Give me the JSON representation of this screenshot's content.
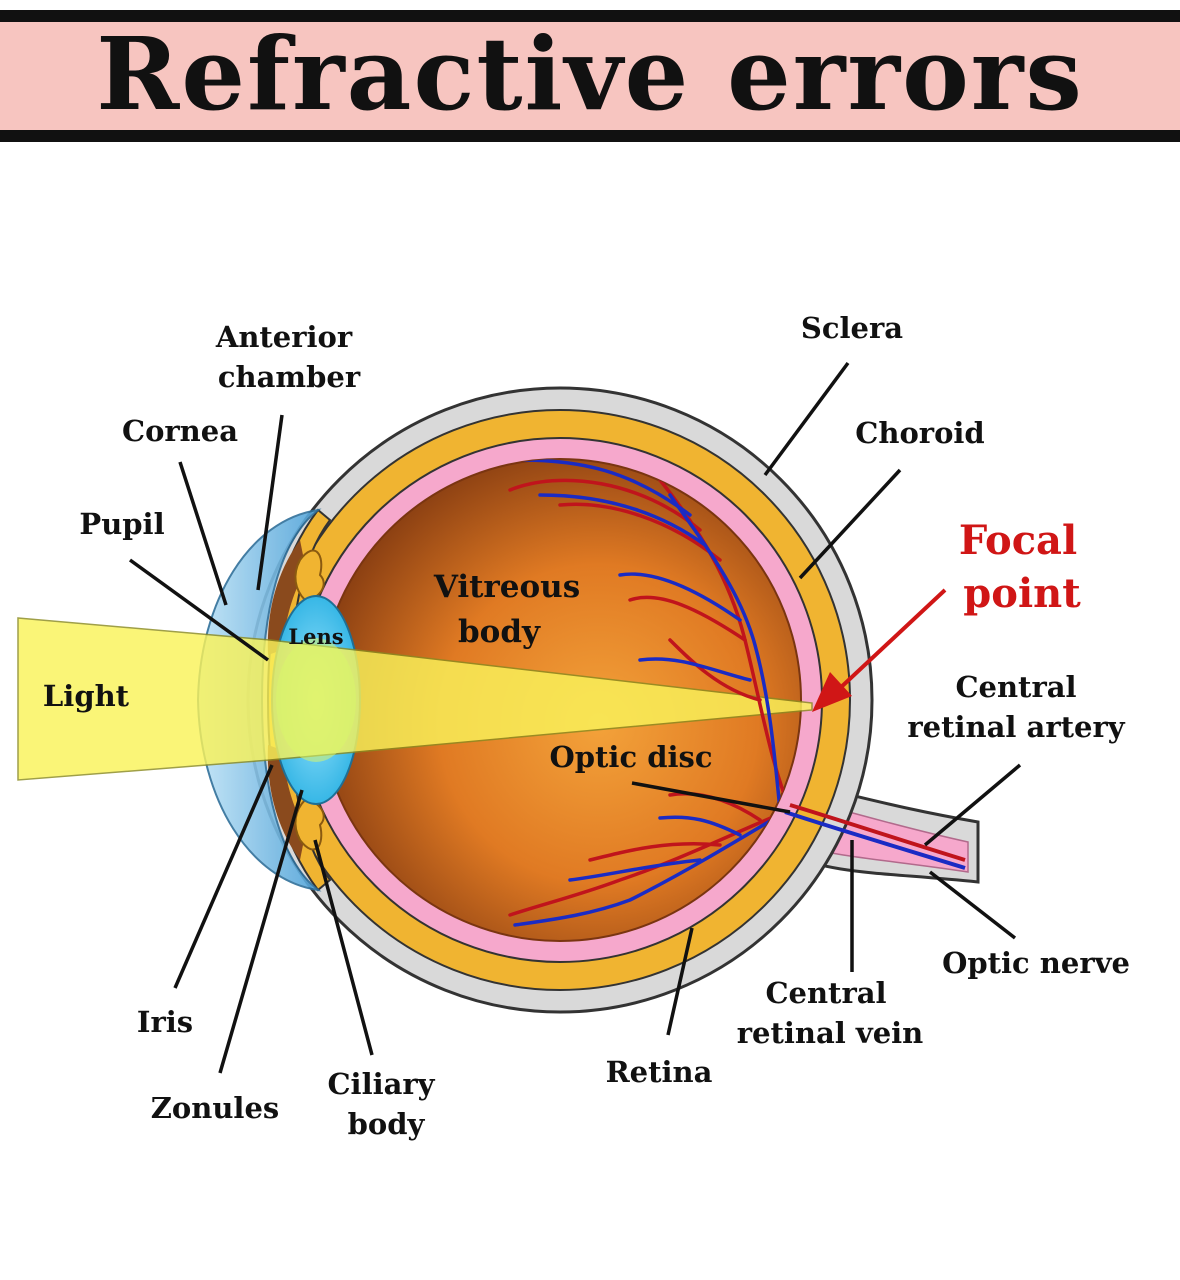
{
  "title": "Refractive errors",
  "colors": {
    "title_bg": "#f7c5c0",
    "sclera": "#d9d9d9",
    "choroid": "#f0b431",
    "retina": "#f6a8cc",
    "vitreous": "#e47a22",
    "cornea": "#5aa9dc",
    "lens": "#4cc3ee",
    "light": "#faf35a",
    "artery": "#c0141c",
    "vein": "#1a2bc4",
    "focal_text": "#d01616"
  },
  "labels": {
    "anterior_chamber_l1": "Anterior",
    "anterior_chamber_l2": "chamber",
    "cornea": "Cornea",
    "pupil": "Pupil",
    "lens": "Lens",
    "light": "Light",
    "vitreous_l1": "Vitreous",
    "vitreous_l2": "body",
    "sclera": "Sclera",
    "choroid": "Choroid",
    "focal_l1": "Focal",
    "focal_l2": "point",
    "central_artery_l1": "Central",
    "central_artery_l2": "retinal artery",
    "optic_disc": "Optic disc",
    "optic_nerve": "Optic nerve",
    "central_vein_l1": "Central",
    "central_vein_l2": "retinal vein",
    "retina": "Retina",
    "iris": "Iris",
    "zonules": "Zonules",
    "ciliary_l1": "Ciliary",
    "ciliary_l2": "body"
  }
}
